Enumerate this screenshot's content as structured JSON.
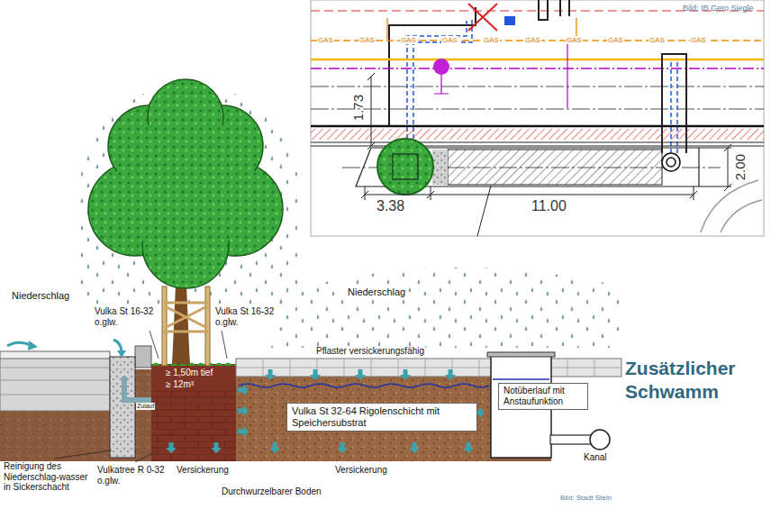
{
  "diagram": {
    "title": "Zusätzlicher Schwamm",
    "nodes": [
      {
        "text": [
          "Vulka St 32-64 Rigolenschicht mit Speichersubstrat"
        ]
      },
      {
        "text": [
          "Notüberlauf mit Anstaufunktion"
        ]
      }
    ],
    "labels": [
      "Bild: IB Gero Siegle",
      "GAS",
      "GAS",
      "GAS",
      "GAS",
      "GAS",
      "GAS",
      "GAS",
      "GAS",
      "GAS",
      "GAS",
      "1.73",
      "2.00",
      "3.38",
      "11.00",
      "Niederschlag",
      "Niederschlag",
      "Vulka St 16-32 o.glw.",
      "Vulka St 16-32 o.glw.",
      "≥ 1,50m tief",
      "≥ 12m³",
      "Pflaster versickerungsfähig",
      "Zulauf",
      "Kanal",
      "Reinigung des Niederschlag-wasser in Sickerschacht",
      "Vulkatree R 0-32 o.glw.",
      "Versickerung",
      "Versickerung",
      "Durchwurzelbarer Boden",
      "Bild: Stadt Stein"
    ]
  }
}
